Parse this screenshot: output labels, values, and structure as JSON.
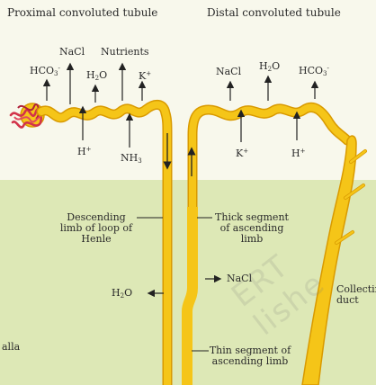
{
  "titles": {
    "proximal": "Proximal convoluted tubule",
    "distal": "Distal convoluted tubule"
  },
  "proximal_labels": {
    "hco3_base": "HCO",
    "hco3_sub": "3",
    "hco3_sup": "-",
    "nacl": "NaCl",
    "nutrients": "Nutrients",
    "h2o_base": "H",
    "h2o_sub": "2",
    "h2o_tail": "O",
    "k_base": "K",
    "k_sup": "+",
    "h_base": "H",
    "h_sup": "+",
    "nh3_base": "NH",
    "nh3_sub": "3"
  },
  "distal_labels": {
    "nacl": "NaCl",
    "h2o_base": "H",
    "h2o_sub": "2",
    "h2o_tail": "O",
    "hco3_base": "HCO",
    "hco3_sub": "3",
    "hco3_sup": "-",
    "k_base": "K",
    "k_sup": "+",
    "h_base": "H",
    "h_sup": "+"
  },
  "loop_labels": {
    "descending": "Descending limb of loop of Henle",
    "thick": "Thick segment of ascending limb",
    "nacl": "NaCl",
    "h2o_base": "H",
    "h2o_sub": "2",
    "h2o_tail": "O",
    "thin": "Thin segment of ascending limb"
  },
  "side_labels": {
    "collecting": "Collecting duct",
    "medulla": "alla"
  },
  "watermark": "ERT  lishe",
  "colors": {
    "tubule": "#f5c518",
    "tubule_edge": "#d99a00",
    "glomerulus": "#d2334a",
    "arrow": "#222222",
    "cortex_bg": "#f8f8ec",
    "medulla_bg": "#dde8b6"
  }
}
